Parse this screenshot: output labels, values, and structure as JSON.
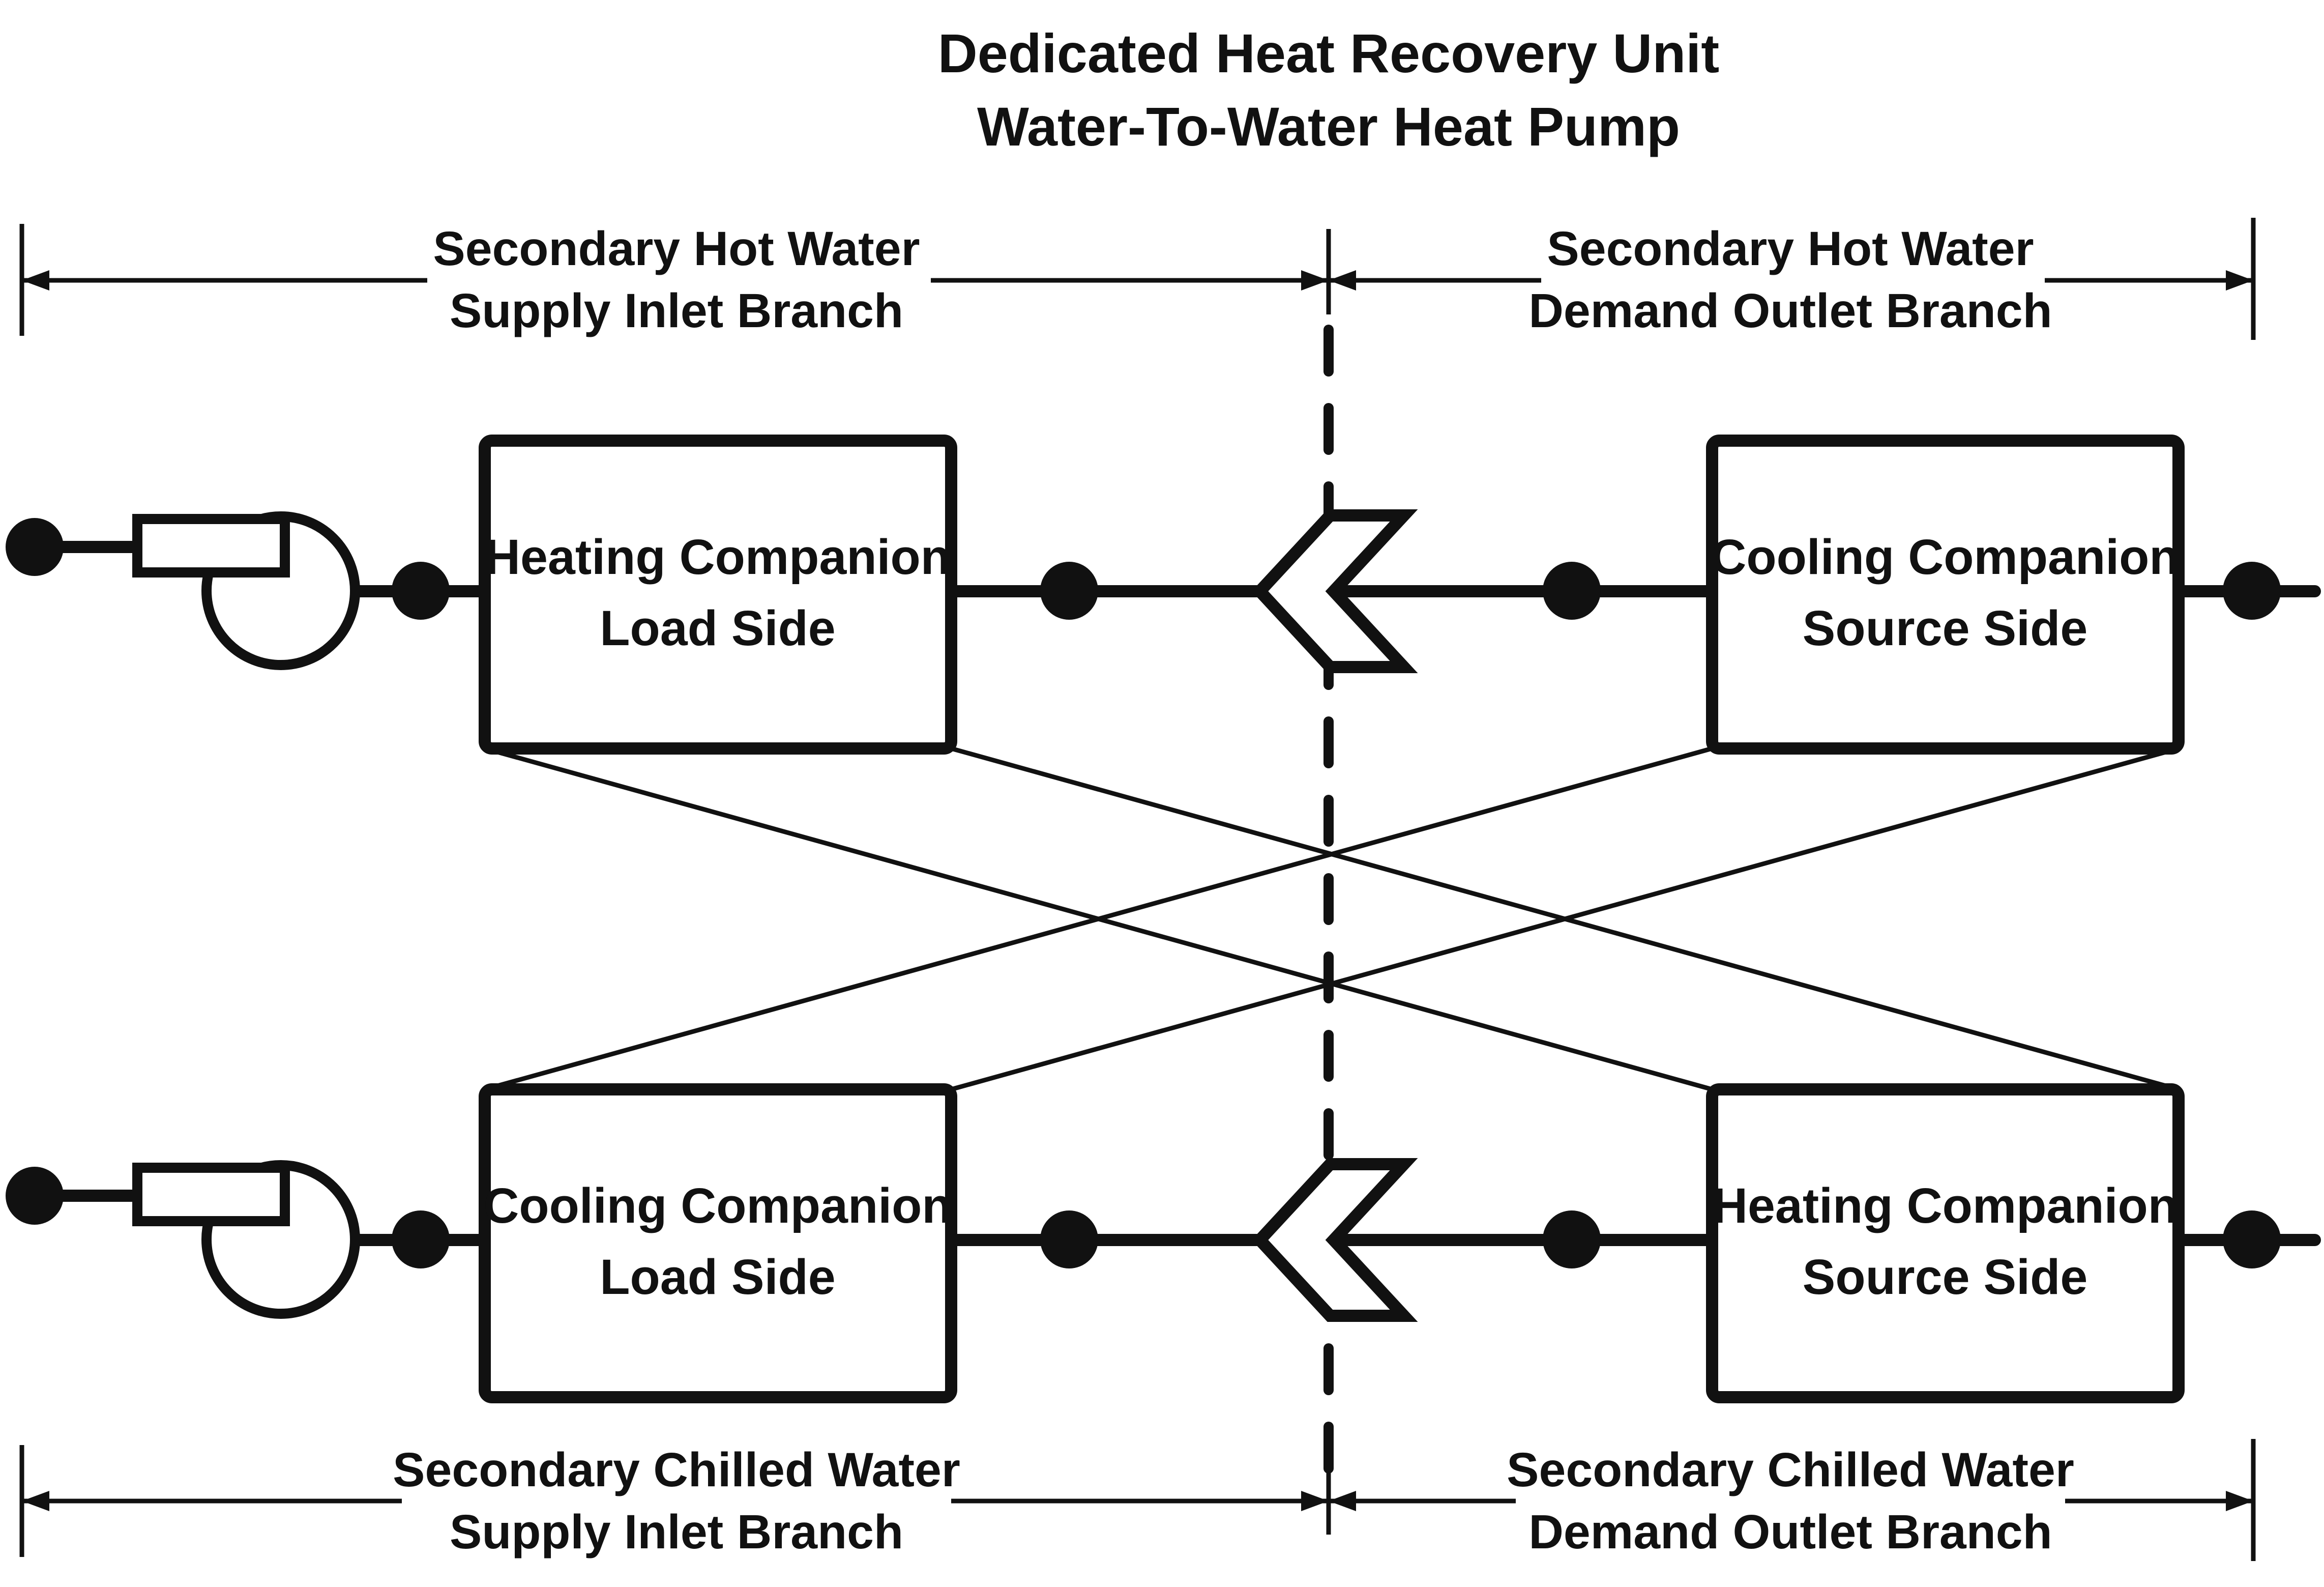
{
  "title": {
    "line1": "Dedicated Heat Recovery Unit",
    "line2": "Water-To-Water Heat Pump"
  },
  "branch_labels": {
    "hot_supply": {
      "line1": "Secondary Hot Water",
      "line2": "Supply Inlet Branch"
    },
    "hot_demand": {
      "line1": "Secondary Hot Water",
      "line2": "Demand Outlet Branch"
    },
    "chilled_supply": {
      "line1": "Secondary Chilled Water",
      "line2": "Supply Inlet Branch"
    },
    "chilled_demand": {
      "line1": "Secondary Chilled Water",
      "line2": "Demand Outlet Branch"
    }
  },
  "heat_pump_units": {
    "top_left": {
      "line1": "Heating Companion",
      "line2": "Load Side"
    },
    "top_right": {
      "line1": "Cooling Companion",
      "line2": "Source Side"
    },
    "bottom_left": {
      "line1": "Cooling Companion",
      "line2": "Load Side"
    },
    "bottom_right": {
      "line1": "Heating Companion",
      "line2": "Source Side"
    }
  },
  "icons": {
    "pump": "pump-icon",
    "flow_arrow": "flow-direction-arrow-icon",
    "connection_dot": "connection-node-dot",
    "dimension_arrow": "dimension-arrowhead-icon"
  },
  "colors": {
    "ink": "#111111",
    "background": "#ffffff"
  }
}
